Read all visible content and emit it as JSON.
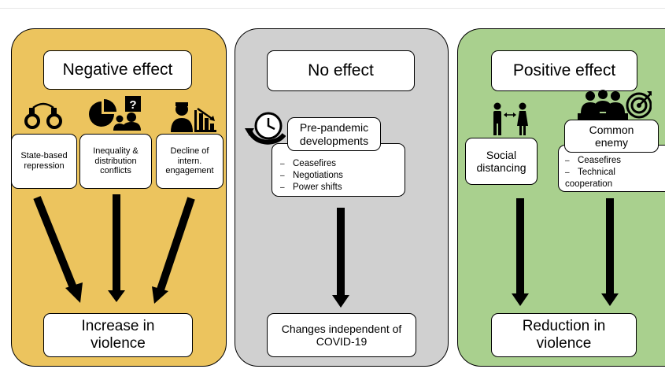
{
  "colors": {
    "negative": "#ecc45e",
    "none": "#d0d0d0",
    "positive": "#a9d08e",
    "ink": "#000000"
  },
  "negative": {
    "title": "Negative effect",
    "causes": [
      {
        "label": "State-based repression",
        "icon": "handcuffs-icon"
      },
      {
        "label": "Inequality & distribution conflicts",
        "icon": "pie-chart-question-icon"
      },
      {
        "label": "Decline of intern. engagement",
        "icon": "person-declining-chart-icon"
      }
    ],
    "outcome": "Increase in violence"
  },
  "none": {
    "title": "No effect",
    "cause": {
      "label": "Pre-pandemic developments",
      "icon": "clock-cycle-icon"
    },
    "items": [
      "Ceasefires",
      "Negotiations",
      "Power shifts"
    ],
    "outcome": "Changes independent of COVID-19"
  },
  "positive": {
    "title": "Positive effect",
    "social": {
      "label": "Social distancing",
      "icon": "people-distance-icon"
    },
    "enemy": {
      "label": "Common enemy",
      "icon": "group-target-icon",
      "items": [
        "Ceasefires",
        "Technical cooperation"
      ]
    },
    "outcome": "Reduction in violence"
  }
}
